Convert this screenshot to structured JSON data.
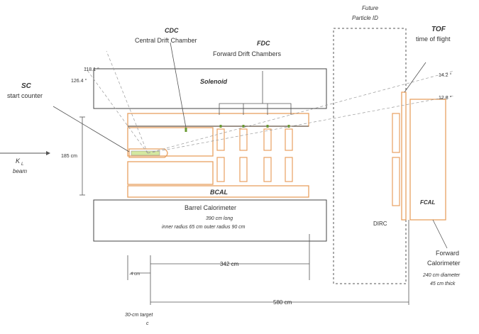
{
  "colors": {
    "line": "#444444",
    "accent": "#e8a060",
    "light": "#aaaaaa",
    "green": "#6a9a30"
  },
  "labels": {
    "cdc_title": "CDC",
    "cdc_sub": "Central Drift Chamber",
    "fdc_title": "FDC",
    "fdc_sub": "Forward Drift Chambers",
    "sc_title": "SC",
    "sc_sub": "start counter",
    "solenoid": "Solenoid",
    "bcal": "BCAL",
    "barrel_title": "Barrel Calorimeter",
    "barrel_line1": "390 cm long",
    "barrel_line2": "inner radius 65 cm   outer radius 90 cm",
    "fcal": "FCAL",
    "fc_title1": "Forward",
    "fc_title2": "Calorimeter",
    "fc_line1": "240 cm diameter",
    "fc_line2": "45 cm thick",
    "future1": "Future",
    "future2": "Particle ID",
    "tof_title": "TOF",
    "tof_sub": "time of flight",
    "dirc": "DIRC",
    "beam_kl": "K",
    "beam_sub": "L",
    "beam_word": "beam",
    "dim_185": "185 cm",
    "dim_342": "342 cm",
    "dim_580": "580 cm",
    "dim_left": "-4 cm",
    "target1": "30-cm target",
    "target2": "c",
    "angle_1": "126.4 °",
    "angle_2": "118.1 °",
    "angle_3": "14.2 °",
    "angle_4": "12.8 °"
  }
}
